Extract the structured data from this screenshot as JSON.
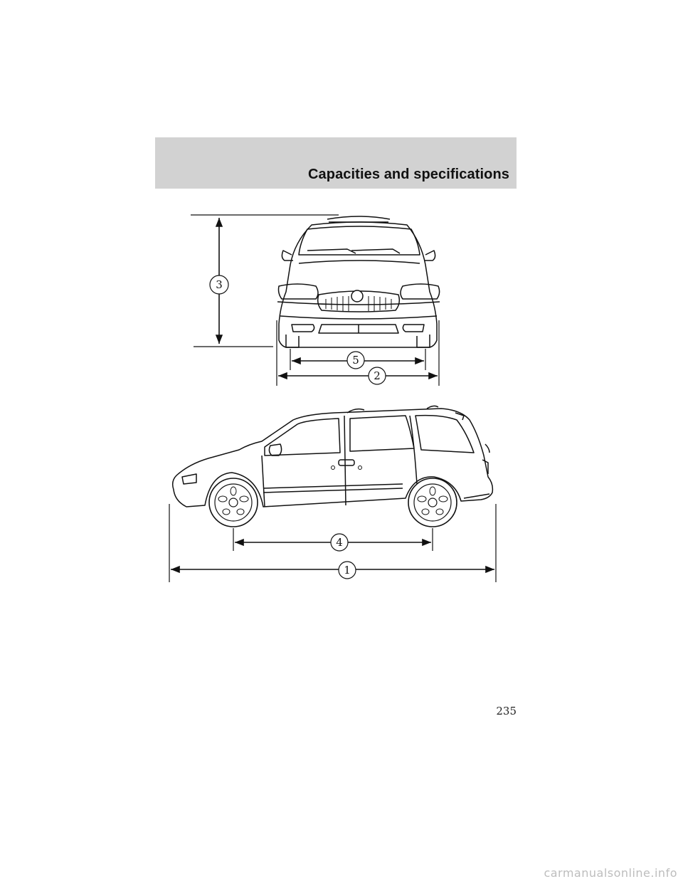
{
  "header": {
    "section_title": "Capacities and specifications"
  },
  "figure": {
    "front_view_callouts": [
      "3",
      "5",
      "2"
    ],
    "side_view_callouts": [
      "4",
      "1"
    ]
  },
  "footer": {
    "page_number": "235",
    "watermark": "carmanualsonline.info"
  },
  "colors": {
    "header_band": "#d2d2d2",
    "line": "#111111"
  }
}
